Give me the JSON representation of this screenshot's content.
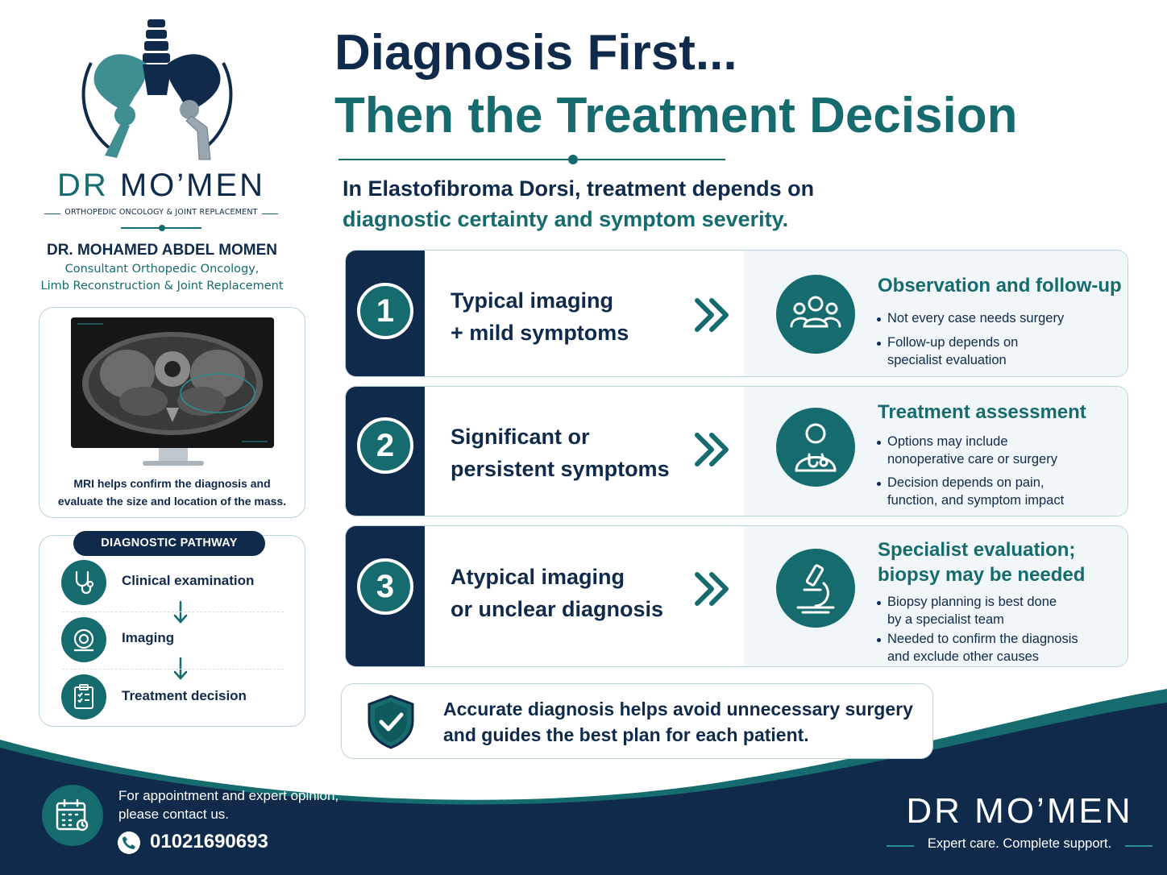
{
  "brand": {
    "wordmark_dr": "DR",
    "wordmark_name": "MO’MEN",
    "tagline": "ORTHOPEDIC ONCOLOGY & JOINT REPLACEMENT"
  },
  "doctor": {
    "name": "DR. MOHAMED ABDEL MOMEN",
    "title_line_1": "Consultant Orthopedic Oncology,",
    "title_line_2": "Limb Reconstruction & Joint Replacement"
  },
  "mri_card": {
    "caption_line_1": "MRI helps confirm the diagnosis and",
    "caption_line_2": "evaluate the size and location of the mass."
  },
  "pathway": {
    "title": "DIAGNOSTIC PATHWAY",
    "steps": [
      {
        "label": "Clinical examination",
        "icon": "stethoscope-icon"
      },
      {
        "label": "Imaging",
        "icon": "scanner-icon"
      },
      {
        "label": "Treatment decision",
        "icon": "clipboard-checklist-icon"
      }
    ]
  },
  "headline": {
    "line_1": "Diagnosis First...",
    "line_2": "Then the Treatment Decision"
  },
  "intro": {
    "line_1": "In Elastofibroma Dorsi, treatment depends on",
    "line_2": "diagnostic certainty and symptom severity."
  },
  "scenarios": [
    {
      "number": "1",
      "condition_line_1": "Typical imaging",
      "condition_line_2": "+ mild symptoms",
      "icon": "group-people-icon",
      "title_line_1": "Observation and follow-up",
      "title_line_2": "",
      "bullets": [
        {
          "line_1": "Not every case needs surgery",
          "line_2": ""
        },
        {
          "line_1": "Follow-up depends on",
          "line_2": "specialist evaluation"
        }
      ]
    },
    {
      "number": "2",
      "condition_line_1": "Significant or",
      "condition_line_2": "persistent symptoms",
      "icon": "doctor-icon",
      "title_line_1": "Treatment assessment",
      "title_line_2": "",
      "bullets": [
        {
          "line_1": "Options may include",
          "line_2": "nonoperative care or surgery"
        },
        {
          "line_1": "Decision depends on pain,",
          "line_2": "function, and symptom impact"
        }
      ]
    },
    {
      "number": "3",
      "condition_line_1": "Atypical imaging",
      "condition_line_2": "or unclear diagnosis",
      "icon": "microscope-icon",
      "title_line_1": "Specialist evaluation;",
      "title_line_2": "biopsy may be needed",
      "bullets": [
        {
          "line_1": "Biopsy planning is best done",
          "line_2": "by a specialist team"
        },
        {
          "line_1": "Needed to confirm the diagnosis",
          "line_2": "and exclude other causes"
        }
      ]
    }
  ],
  "banner": {
    "line_1": "Accurate diagnosis helps avoid unnecessary surgery",
    "line_2": "and guides the best plan for each patient."
  },
  "footer": {
    "contact_line_1": "For appointment and expert opinion,",
    "contact_line_2": "please contact us.",
    "phone": "01021690693",
    "brand": "DR MO’MEN",
    "slogan": "Expert care. Complete support."
  },
  "colors": {
    "navy": "#0f2a4a",
    "teal": "#156b6e",
    "light_panel": "#f1f6f8",
    "border": "#bcd3dc"
  }
}
